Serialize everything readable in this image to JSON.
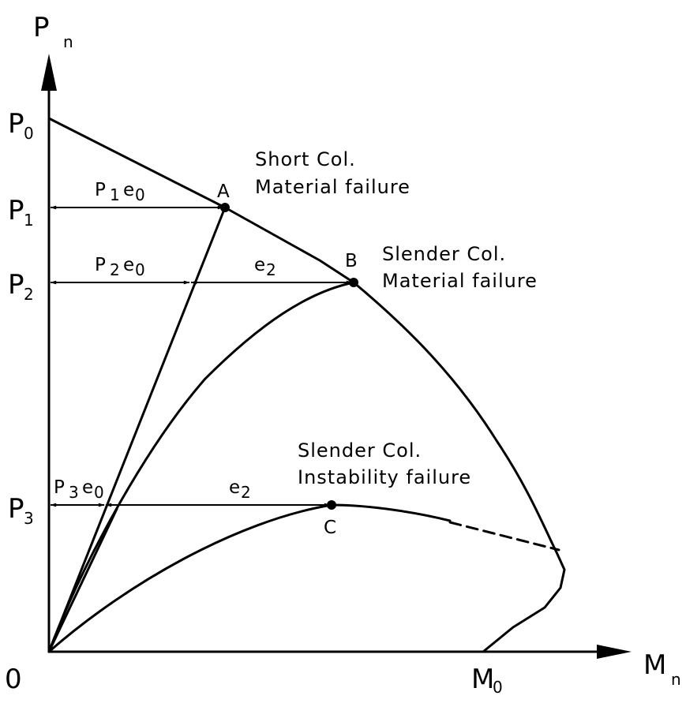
{
  "axes": {
    "y_label": "P",
    "y_label_sub": "n",
    "x_label": "M",
    "x_label_sub": "n",
    "origin": "0"
  },
  "y_ticks": [
    {
      "main": "P",
      "sub": "0"
    },
    {
      "main": "P",
      "sub": "1"
    },
    {
      "main": "P",
      "sub": "2"
    },
    {
      "main": "P",
      "sub": "3"
    }
  ],
  "x_tick": {
    "main": "M",
    "sub": "0"
  },
  "points": {
    "a": "A",
    "b": "B",
    "c": "C"
  },
  "eccentricity": {
    "p1": "P",
    "p1_sub": "1",
    "e1": "e",
    "e1_sub": "0",
    "p2": "P",
    "p2_sub": "2",
    "e2": "e",
    "e2_sub": "0",
    "p3": "P",
    "p3_sub": "3",
    "e3": "e",
    "e3_sub": "0",
    "b_e": "e",
    "b_e_sub": "2",
    "c_e": "e",
    "c_e_sub": "2"
  },
  "annotations": {
    "short_line1": "Short Col.",
    "short_line2": "Material failure",
    "slender_material_line1": "Slender Col.",
    "slender_material_line2": "Material failure",
    "slender_instability_line1": "Slender Col.",
    "slender_instability_line2": "Instability failure"
  },
  "colors": {
    "ink": "#000000",
    "background": "#ffffff"
  }
}
